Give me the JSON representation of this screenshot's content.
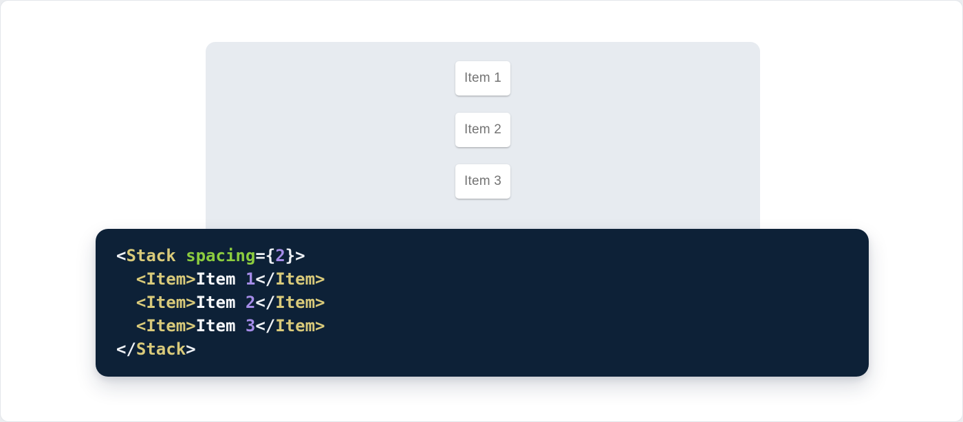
{
  "page": {
    "background": "#ebedf0",
    "surface": "#ffffff"
  },
  "demo_panel": {
    "background": "#e7ebf0",
    "component": "Stack",
    "items": [
      {
        "label": "Item 1"
      },
      {
        "label": "Item 2"
      },
      {
        "label": "Item 3"
      }
    ]
  },
  "code_block": {
    "background": "#0d2137",
    "colors": {
      "tag": "#d9ca7a",
      "attr": "#8ccc3f",
      "num": "#a58ce8",
      "text": "#f5f7fa",
      "pun": "#eef1f5"
    },
    "lines": [
      [
        {
          "t": "<",
          "c": "pun"
        },
        {
          "t": "Stack",
          "c": "tag"
        },
        {
          "t": " ",
          "c": "text"
        },
        {
          "t": "spacing",
          "c": "attr"
        },
        {
          "t": "={",
          "c": "pun"
        },
        {
          "t": "2",
          "c": "num"
        },
        {
          "t": "}>",
          "c": "pun"
        }
      ],
      [
        {
          "t": "  ",
          "c": "text"
        },
        {
          "t": "<Item>",
          "c": "tag"
        },
        {
          "t": "Item ",
          "c": "text"
        },
        {
          "t": "1",
          "c": "num"
        },
        {
          "t": "</",
          "c": "pun"
        },
        {
          "t": "Item>",
          "c": "tag"
        }
      ],
      [
        {
          "t": "  ",
          "c": "text"
        },
        {
          "t": "<Item>",
          "c": "tag"
        },
        {
          "t": "Item ",
          "c": "text"
        },
        {
          "t": "2",
          "c": "num"
        },
        {
          "t": "</",
          "c": "pun"
        },
        {
          "t": "Item>",
          "c": "tag"
        }
      ],
      [
        {
          "t": "  ",
          "c": "text"
        },
        {
          "t": "<Item>",
          "c": "tag"
        },
        {
          "t": "Item ",
          "c": "text"
        },
        {
          "t": "3",
          "c": "num"
        },
        {
          "t": "</",
          "c": "pun"
        },
        {
          "t": "Item>",
          "c": "tag"
        }
      ],
      [
        {
          "t": "</",
          "c": "pun"
        },
        {
          "t": "Stack",
          "c": "tag"
        },
        {
          "t": ">",
          "c": "pun"
        }
      ]
    ]
  }
}
